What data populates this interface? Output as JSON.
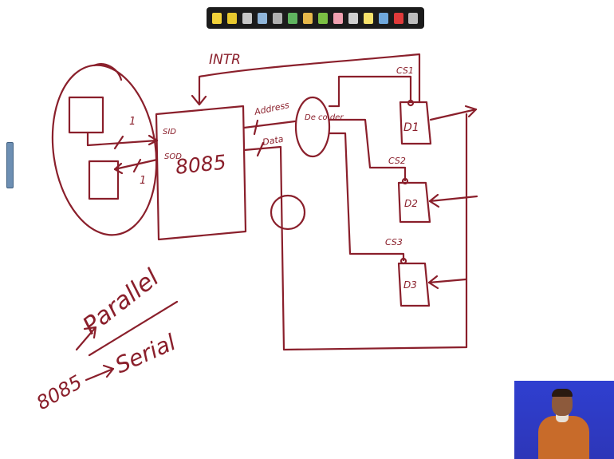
{
  "toolbar": {
    "buttons": [
      {
        "icon": "arrow-icon",
        "color": "#f2d23a"
      },
      {
        "icon": "pen-icon",
        "color": "#e8c92e"
      },
      {
        "icon": "highlighter-icon",
        "color": "#c7c7c7"
      },
      {
        "icon": "marker-icon",
        "color": "#8fb5d9"
      },
      {
        "icon": "color-icon",
        "color": "#b0b0b0"
      },
      {
        "icon": "image-icon",
        "color": "#5fb45f"
      },
      {
        "icon": "pencil-icon",
        "color": "#e6b84a"
      },
      {
        "icon": "brush-icon",
        "color": "#7bc043"
      },
      {
        "icon": "eraser-icon",
        "color": "#f0a0b0"
      },
      {
        "icon": "pointer-icon",
        "color": "#d0d0d0"
      },
      {
        "icon": "laser-icon",
        "color": "#f6e26b"
      },
      {
        "icon": "palette-icon",
        "color": "#6fa8dc"
      },
      {
        "icon": "clear-icon",
        "color": "#e03a3a"
      },
      {
        "icon": "menu-icon",
        "color": "#bdbdbd"
      }
    ]
  },
  "diagram": {
    "intr_label": "INTR",
    "sid_label": "SID",
    "sod_label": "SOD",
    "serial_bit_top": "1",
    "serial_bit_bottom": "1",
    "cpu_label": "8085",
    "address_label": "Address",
    "data_label": "Data",
    "decoder_label": "De co der",
    "cs1_label": "CS1",
    "cs2_label": "CS2",
    "cs3_label": "CS3",
    "d1_label": "D1",
    "d2_label": "D2",
    "d3_label": "D3",
    "parallel_label": "Parallel",
    "serial_label": "Serial",
    "cpu_note_label": "8085",
    "ink_color": "#8a1f2b"
  }
}
